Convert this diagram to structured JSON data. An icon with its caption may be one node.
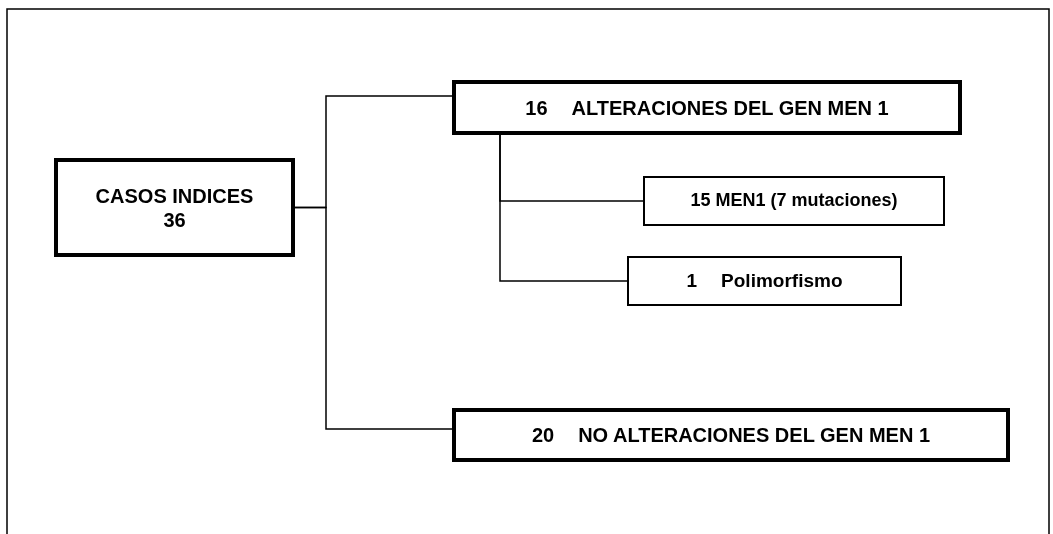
{
  "diagram": {
    "nodes": [
      {
        "text": [
          "CASOS INDICES 36"
        ]
      },
      {
        "text": [
          "16",
          "ALTERACIONES DEL GEN MEN 1"
        ]
      },
      {
        "text": [
          "15 MEN1 (7 mutaciones)"
        ]
      },
      {
        "text": [
          "1",
          "Polimorfismo"
        ]
      },
      {
        "text": [
          "20",
          "NO ALTERACIONES DEL GEN MEN 1"
        ]
      }
    ],
    "edges": [
      {
        "from": 0,
        "to": 1,
        "arrow": "none"
      },
      {
        "from": 0,
        "to": 4,
        "arrow": "none"
      },
      {
        "from": 1,
        "to": 2,
        "arrow": "none"
      },
      {
        "from": 1,
        "to": 3,
        "arrow": "none"
      }
    ]
  }
}
